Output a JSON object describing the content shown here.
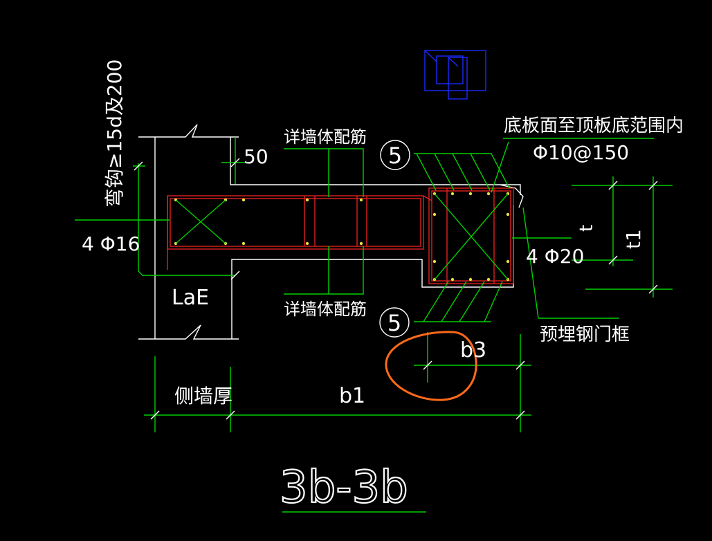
{
  "title": "3b-3b",
  "labels": {
    "corner_rebar": "弯钩≥15d及200",
    "dim_50": "50",
    "wall_rebar_top": "详墙体配筋",
    "wall_rebar_bottom": "详墙体配筋",
    "range_note": "底板面至顶板底范围内",
    "stirrup_spec": "Φ10@150",
    "left_bars": "4 Φ16",
    "right_bars": "4 Φ20",
    "lae": "LaE",
    "embedded_frame": "预埋钢门框",
    "dim_t": "t",
    "dim_t1": "t1",
    "dim_b3": "b3",
    "dim_side_wall": "侧墙厚",
    "dim_b1": "b1",
    "callout_top": "5",
    "callout_bottom": "5"
  },
  "colors": {
    "background": "#000000",
    "dimension_lines": "#00d000",
    "outline": "#ffffff",
    "rebar": "#e02020",
    "block": "#1a2bff",
    "highlight": "#ff6a1a"
  }
}
